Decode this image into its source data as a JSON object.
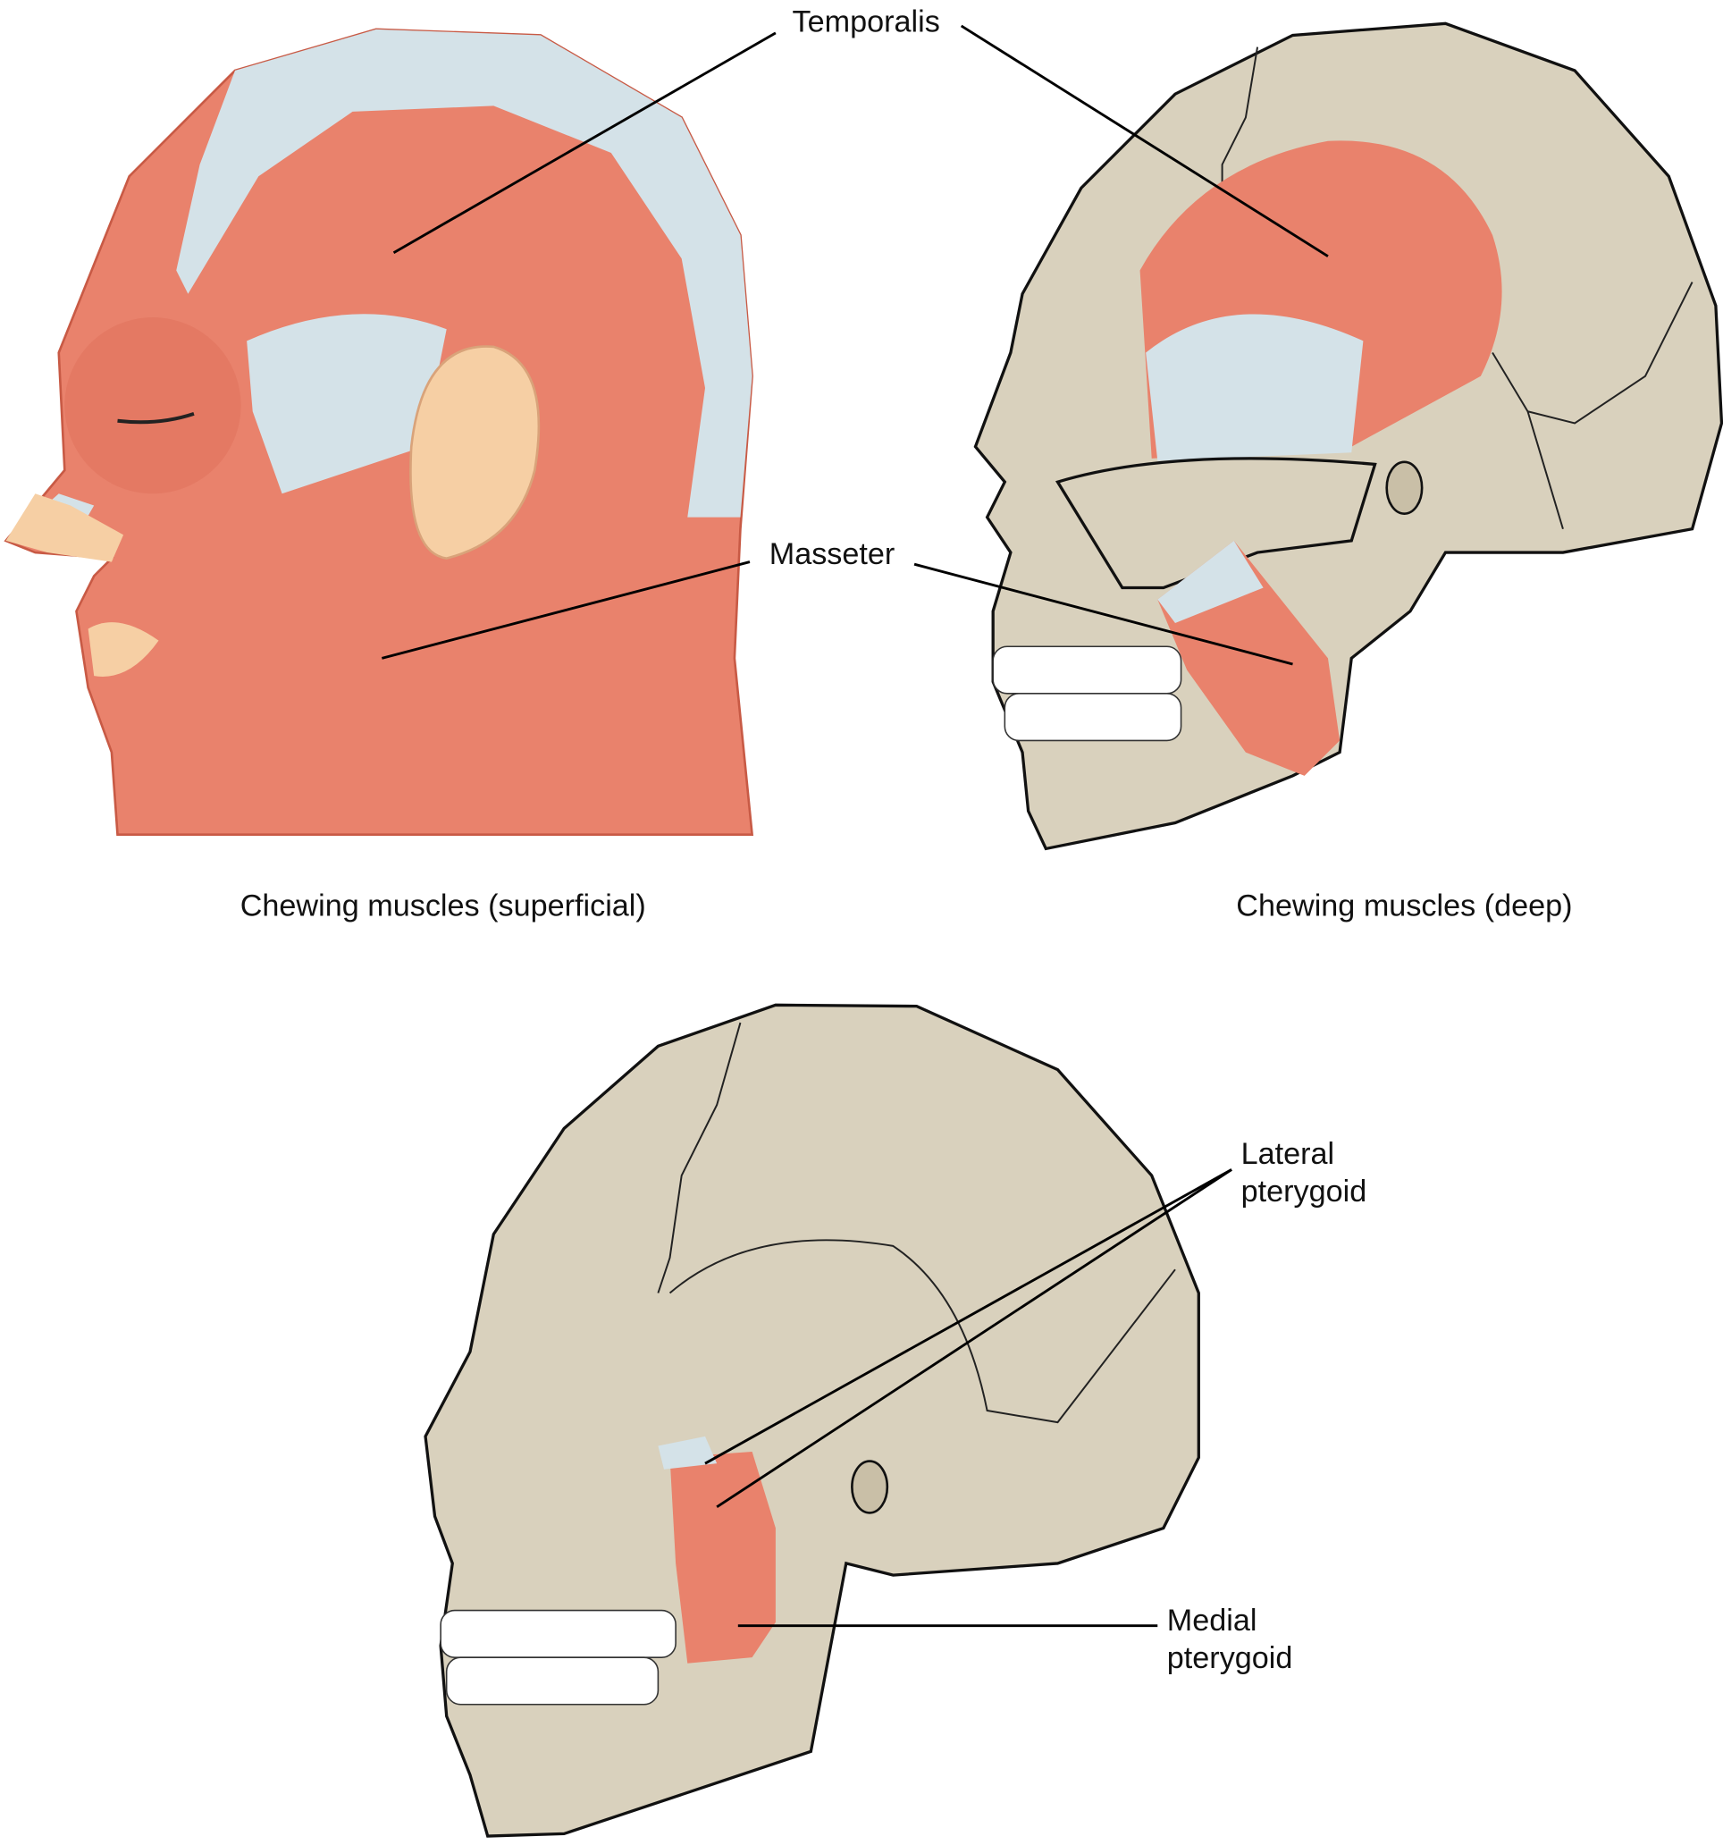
{
  "labels": {
    "temporalis": "Temporalis",
    "masseter": "Masseter",
    "lateral_pterygoid_line1": "Lateral",
    "lateral_pterygoid_line2": "pterygoid",
    "medial_pterygoid_line1": "Medial",
    "medial_pterygoid_line2": "pterygoid"
  },
  "captions": {
    "superficial": "Chewing muscles (superficial)",
    "deep": "Chewing muscles (deep)"
  },
  "colors": {
    "muscle": "#e9826c",
    "bone": "#d9d1bd",
    "tendon": "#d4e2e8",
    "skin": "#f6cfa4"
  }
}
